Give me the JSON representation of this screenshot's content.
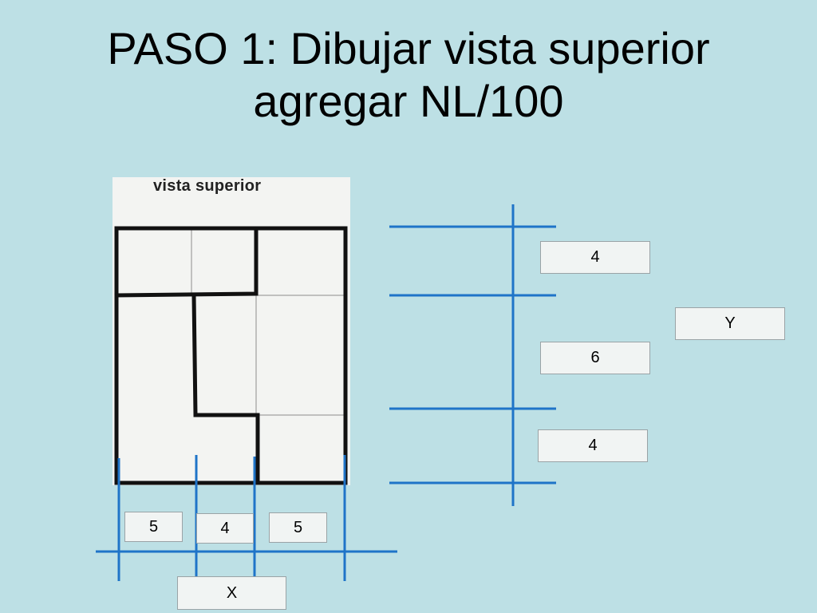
{
  "title": {
    "line1": "PASO 1: Dibujar vista superior",
    "line2": "agregar NL/100"
  },
  "drawing": {
    "caption": "vista superior"
  },
  "dimensions": {
    "x_segments": [
      "5",
      "4",
      "5"
    ],
    "x_label": "X",
    "y_segments": [
      "4",
      "6",
      "4"
    ],
    "y_label": "Y"
  },
  "colors": {
    "background": "#bde0e5",
    "dimension_line": "#1f74c8",
    "drawing_ink": "#111111",
    "drawing_paper": "#f3f4f2"
  }
}
